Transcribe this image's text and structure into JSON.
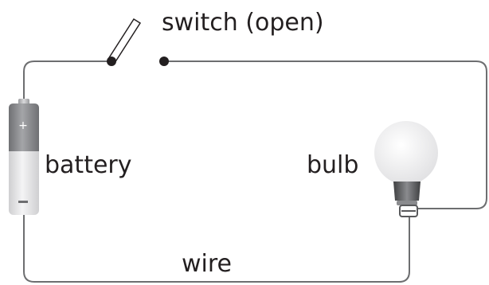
{
  "labels": {
    "switch": "switch (open)",
    "battery": "battery",
    "bulb": "bulb",
    "wire": "wire"
  },
  "battery_terminals": {
    "positive": "+",
    "negative": "–"
  },
  "colors": {
    "background": "#ffffff",
    "wire": "#6d6e70",
    "text": "#231f20",
    "switch_contact": "#231f20",
    "battery_positive_top": "#7f8083",
    "battery_body": "#e7e7e8",
    "bulb_glass": "#eeeeef",
    "bulb_base": "#58595b"
  }
}
